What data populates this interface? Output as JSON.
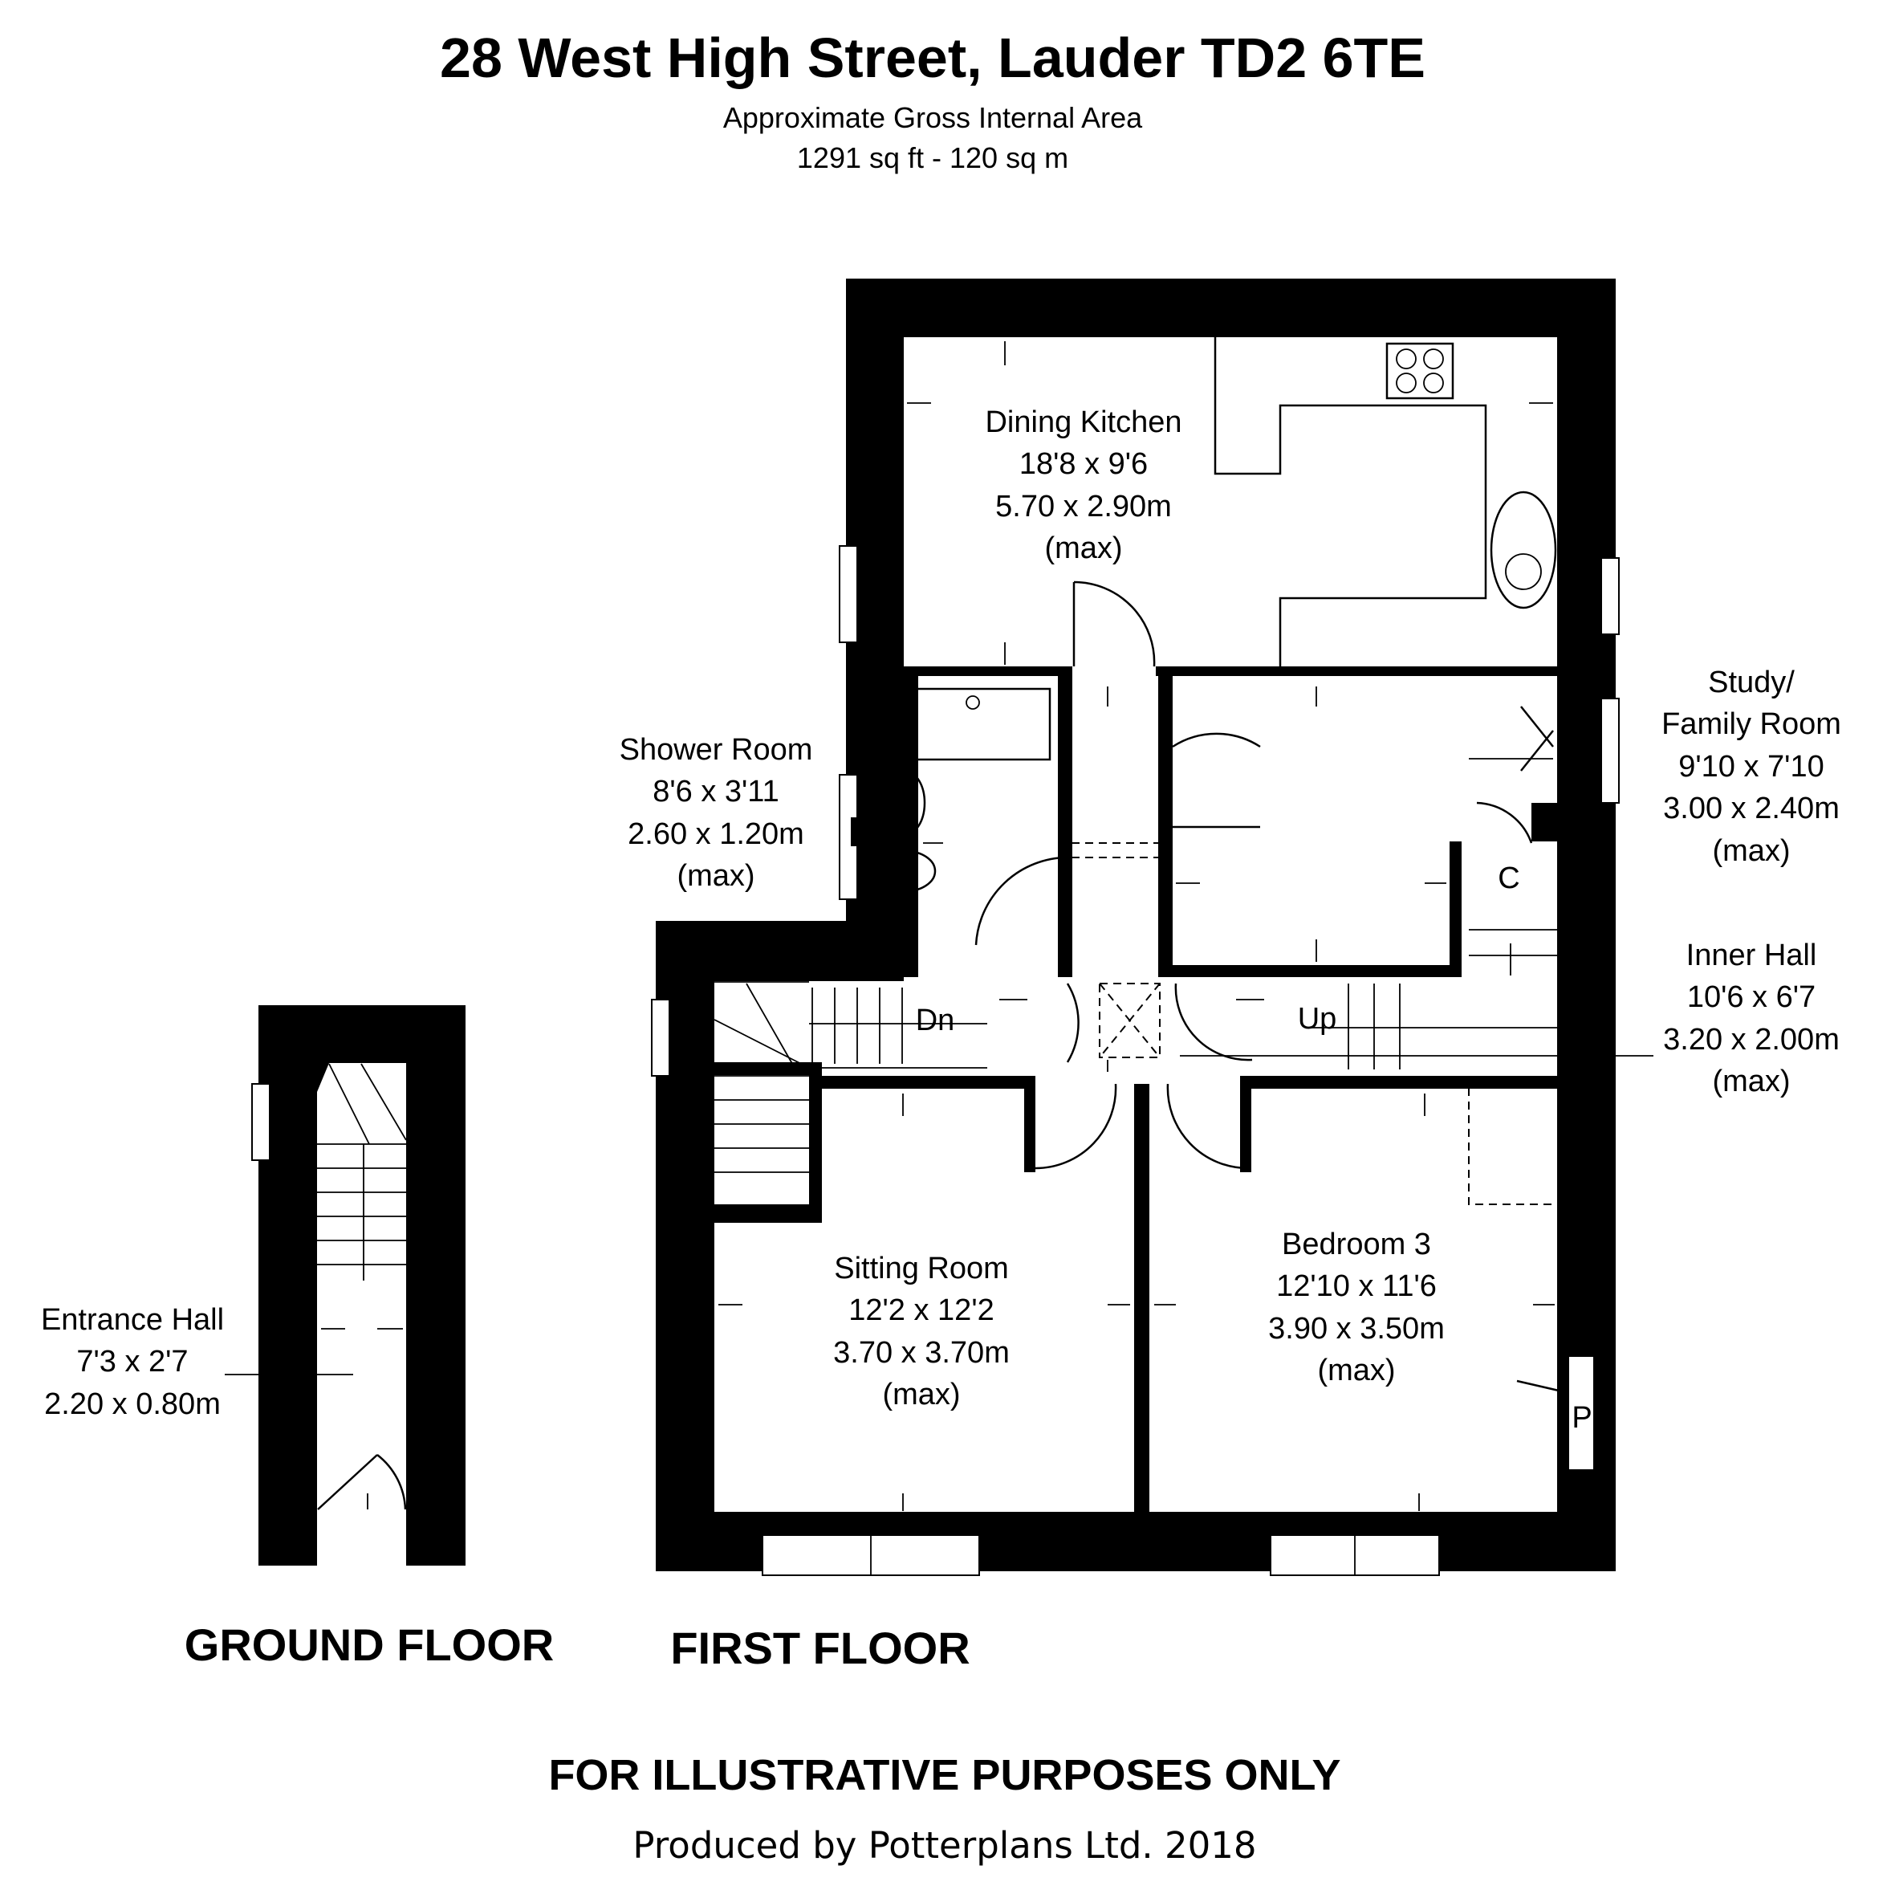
{
  "header": {
    "title": "28 West High Street, Lauder TD2 6TE",
    "subtitle_1": "Approximate Gross Internal Area",
    "subtitle_2": "1291 sq ft - 120 sq m"
  },
  "rooms": {
    "dining_kitchen": {
      "name": "Dining Kitchen",
      "imperial": "18'8 x 9'6",
      "metric": "5.70 x 2.90m",
      "note": "(max)"
    },
    "shower_room": {
      "name": "Shower Room",
      "imperial": "8'6 x 3'11",
      "metric": "2.60 x 1.20m",
      "note": "(max)"
    },
    "study": {
      "name_1": "Study/",
      "name_2": "Family Room",
      "imperial": "9'10 x 7'10",
      "metric": "3.00 x 2.40m",
      "note": "(max)"
    },
    "inner_hall": {
      "name": "Inner Hall",
      "imperial": "10'6 x 6'7",
      "metric": "3.20 x 2.00m",
      "note": "(max)"
    },
    "sitting_room": {
      "name": "Sitting Room",
      "imperial": "12'2 x 12'2",
      "metric": "3.70 x 3.70m",
      "note": "(max)"
    },
    "bedroom_3": {
      "name": "Bedroom 3",
      "imperial": "12'10 x 11'6",
      "metric": "3.90 x 3.50m",
      "note": "(max)"
    },
    "entrance_hall": {
      "name": "Entrance Hall",
      "imperial": "7'3 x 2'7",
      "metric": "2.20 x 0.80m"
    }
  },
  "markers": {
    "cupboard": "C",
    "press": "P",
    "stairs_down": "Dn",
    "stairs_up": "Up"
  },
  "floors": {
    "ground": "GROUND FLOOR",
    "first": "FIRST FLOOR"
  },
  "footer": {
    "disclaimer": "FOR ILLUSTRATIVE PURPOSES ONLY",
    "producer": "Produced by Potterplans Ltd. 2018"
  },
  "colors": {
    "wall": "#000000",
    "background": "#ffffff"
  }
}
